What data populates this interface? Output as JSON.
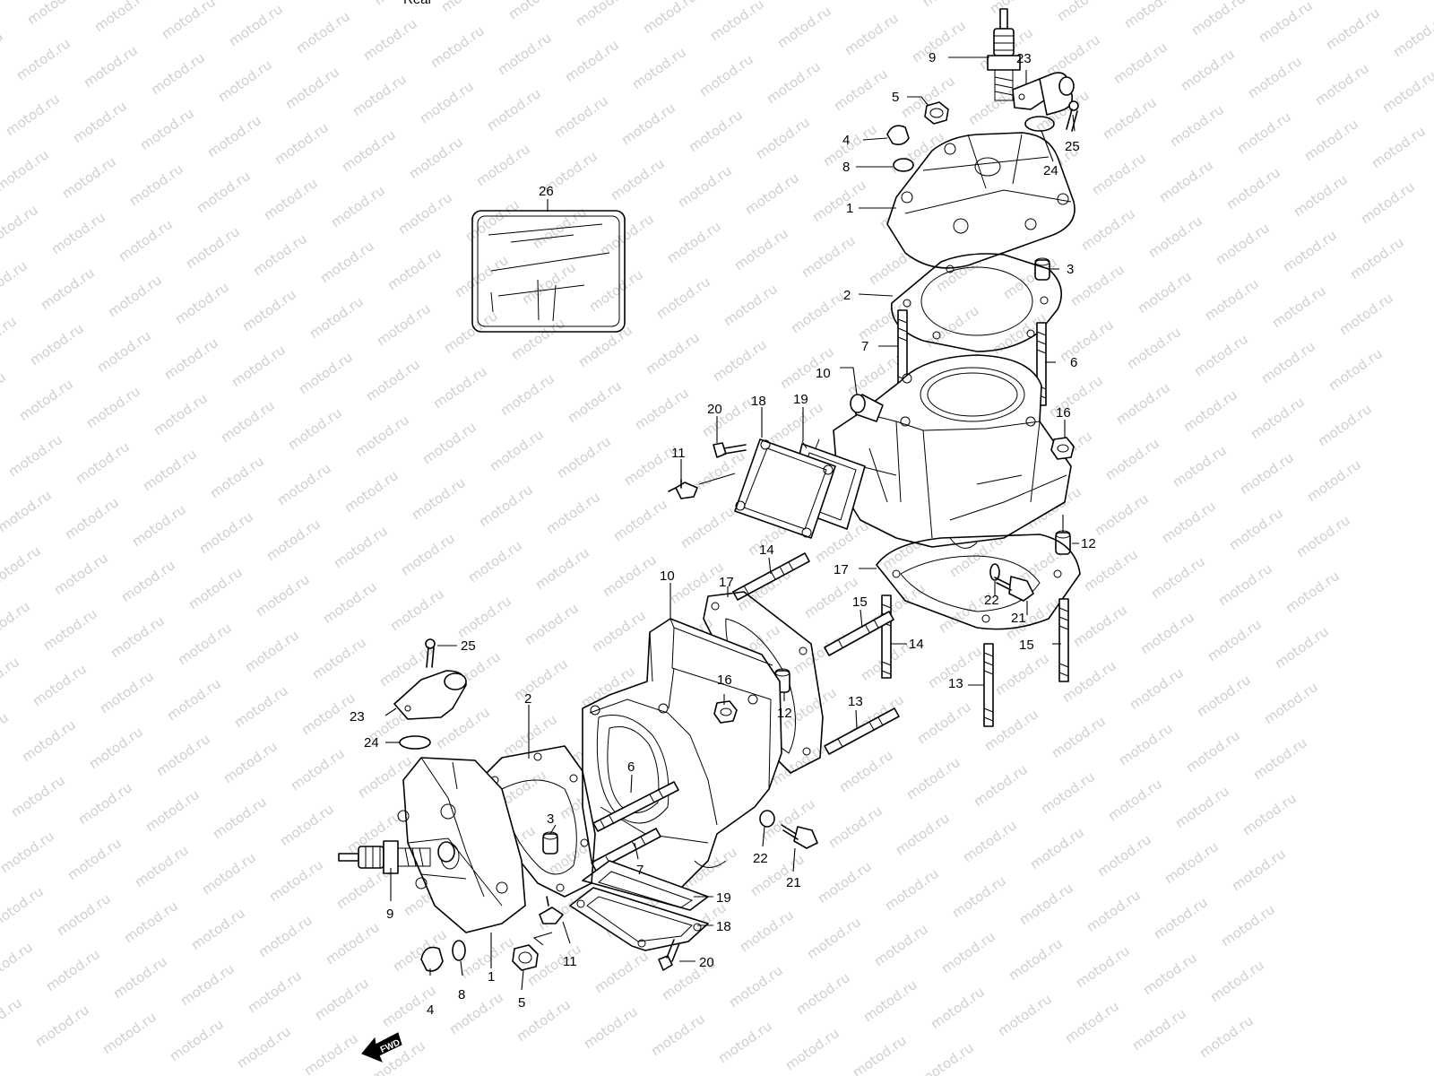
{
  "watermark": {
    "text": "motod.ru",
    "color": "#cccccc"
  },
  "header_fragment": "Rear",
  "direction_arrow": {
    "label": "FWD",
    "icon": "forward-arrow-icon"
  },
  "callouts": [
    {
      "id": "c9t",
      "text": "9"
    },
    {
      "id": "c23t",
      "text": "23"
    },
    {
      "id": "c5t",
      "text": "5"
    },
    {
      "id": "c4t",
      "text": "4"
    },
    {
      "id": "c8t",
      "text": "8"
    },
    {
      "id": "c25t",
      "text": "25"
    },
    {
      "id": "c24t",
      "text": "24"
    },
    {
      "id": "c1t",
      "text": "1"
    },
    {
      "id": "c3t",
      "text": "3"
    },
    {
      "id": "c2t",
      "text": "2"
    },
    {
      "id": "c7t",
      "text": "7"
    },
    {
      "id": "c6t",
      "text": "6"
    },
    {
      "id": "c10t",
      "text": "10"
    },
    {
      "id": "c16t",
      "text": "16"
    },
    {
      "id": "c20t",
      "text": "20"
    },
    {
      "id": "c18t",
      "text": "18"
    },
    {
      "id": "c19t",
      "text": "19"
    },
    {
      "id": "c11t",
      "text": "11"
    },
    {
      "id": "c12t",
      "text": "12"
    },
    {
      "id": "c17t",
      "text": "17"
    },
    {
      "id": "c22t",
      "text": "22"
    },
    {
      "id": "c21t",
      "text": "21"
    },
    {
      "id": "c15t",
      "text": "15"
    },
    {
      "id": "c14t",
      "text": "14"
    },
    {
      "id": "c13t",
      "text": "13"
    },
    {
      "id": "c26",
      "text": "26"
    },
    {
      "id": "c17f",
      "text": "17"
    },
    {
      "id": "c10f",
      "text": "10"
    },
    {
      "id": "c14f",
      "text": "14"
    },
    {
      "id": "c15f",
      "text": "15"
    },
    {
      "id": "c14m",
      "text": "14"
    },
    {
      "id": "c13f",
      "text": "13"
    },
    {
      "id": "c25f",
      "text": "25"
    },
    {
      "id": "c23f",
      "text": "23"
    },
    {
      "id": "c24f",
      "text": "24"
    },
    {
      "id": "c2f",
      "text": "2"
    },
    {
      "id": "c16f",
      "text": "16"
    },
    {
      "id": "c12f",
      "text": "12"
    },
    {
      "id": "c6f",
      "text": "6"
    },
    {
      "id": "c3f",
      "text": "3"
    },
    {
      "id": "c7f",
      "text": "7"
    },
    {
      "id": "c22f",
      "text": "22"
    },
    {
      "id": "c21f",
      "text": "21"
    },
    {
      "id": "c19f",
      "text": "19"
    },
    {
      "id": "c18f",
      "text": "18"
    },
    {
      "id": "c9f",
      "text": "9"
    },
    {
      "id": "c1f",
      "text": "1"
    },
    {
      "id": "c11f",
      "text": "11"
    },
    {
      "id": "c20f",
      "text": "20"
    },
    {
      "id": "c4f",
      "text": "4"
    },
    {
      "id": "c8f",
      "text": "8"
    },
    {
      "id": "c5f",
      "text": "5"
    }
  ]
}
